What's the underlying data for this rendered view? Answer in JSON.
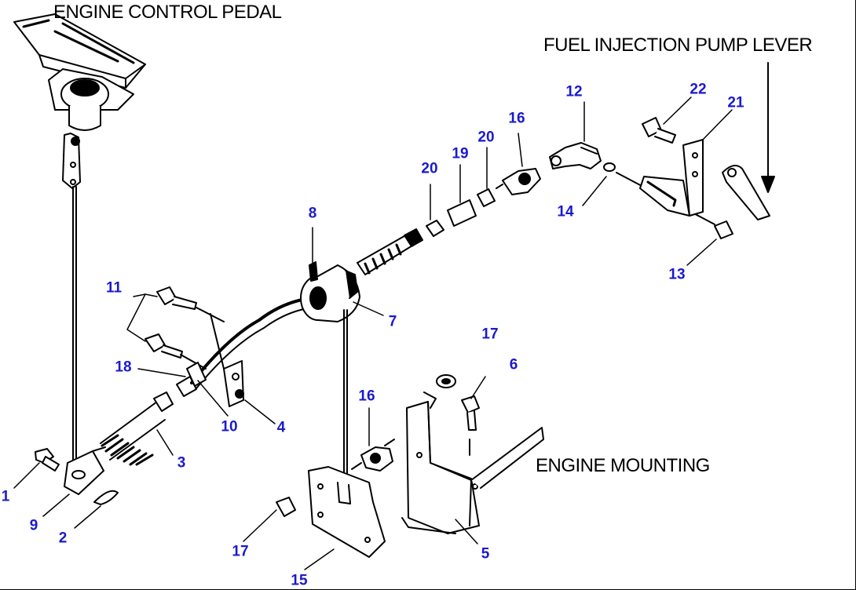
{
  "headings": {
    "pedal": "ENGINE CONTROL PEDAL",
    "lever": "FUEL INJECTION PUMP LEVER",
    "mount": "ENGINE MOUNTING"
  },
  "callouts": {
    "c1": "1",
    "c2": "2",
    "c3": "3",
    "c4": "4",
    "c5": "5",
    "c6": "6",
    "c7": "7",
    "c8": "8",
    "c9": "9",
    "c10": "10",
    "c11": "11",
    "c12": "12",
    "c13": "13",
    "c14": "14",
    "c15": "15",
    "c16a": "16",
    "c16b": "16",
    "c17a": "17",
    "c17b": "17",
    "c18": "18",
    "c19": "19",
    "c20a": "20",
    "c20b": "20",
    "c21": "21",
    "c22": "22"
  },
  "colors": {
    "callout": "#1a1acc",
    "line": "#000000"
  }
}
